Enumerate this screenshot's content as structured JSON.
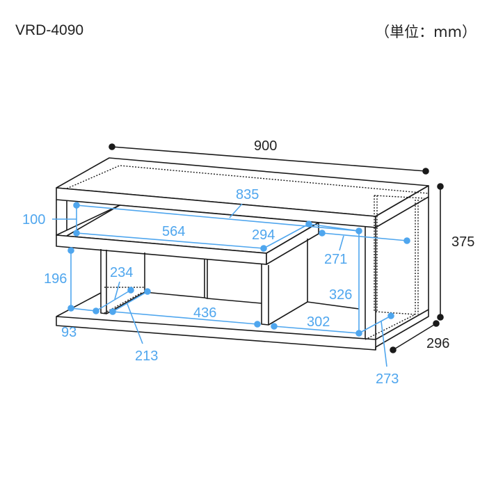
{
  "header": {
    "model": "VRD-4090",
    "unit": "（単位：mm）"
  },
  "colors": {
    "outline": "#1a1a1a",
    "dimension_blue": "#4fa6ee",
    "background": "#ffffff"
  },
  "dimensions": {
    "overall": {
      "width": "900",
      "height": "375",
      "depth": "296"
    },
    "inner": {
      "top_opening_width": "835",
      "top_opening_height": "100",
      "shelf_width": "564",
      "shelf_depth": "294",
      "right_opening_depth": "271",
      "right_opening_height": "326",
      "left_lower_height": "196",
      "left_lower_width": "93",
      "left_board_depth_inner": "234",
      "left_board_depth_outer": "213",
      "lower_middle_width": "436",
      "lower_right_width": "302",
      "lower_right_depth": "273"
    }
  }
}
